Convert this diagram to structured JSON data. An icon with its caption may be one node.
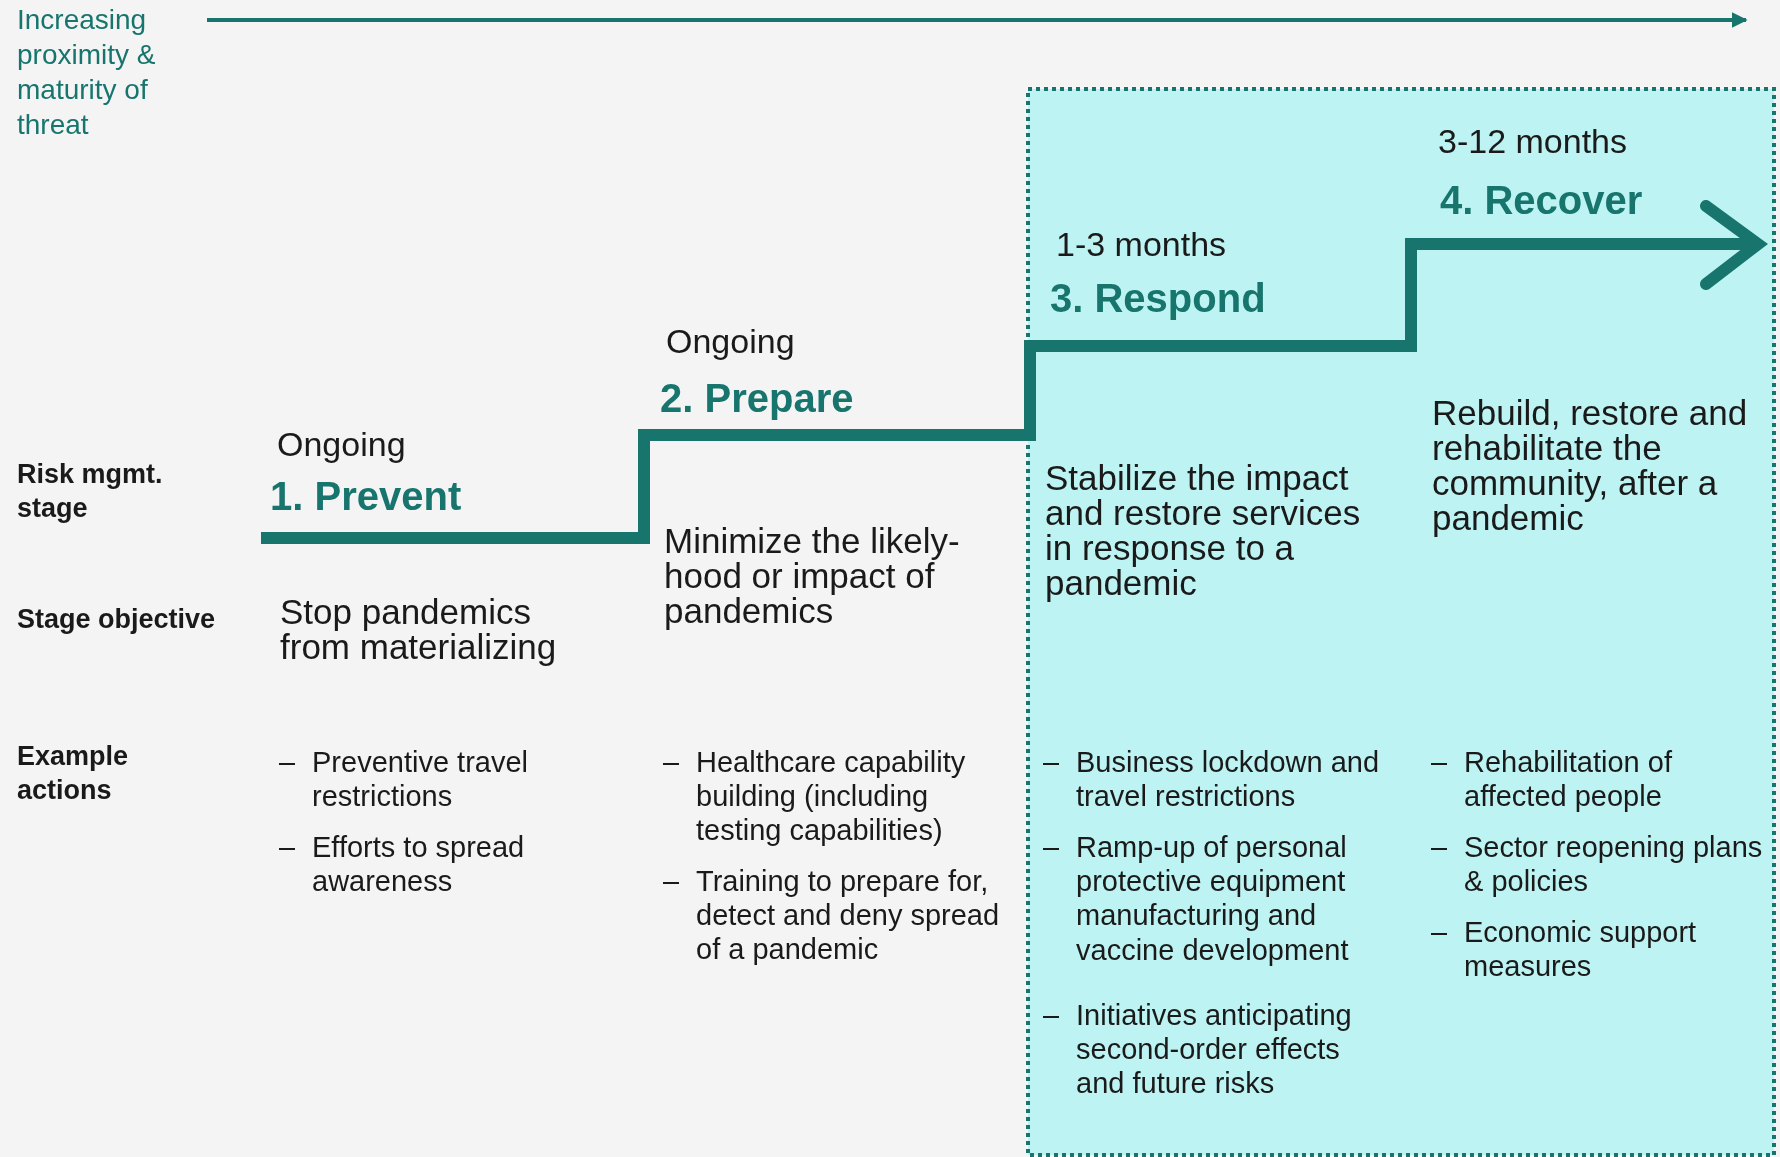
{
  "diagram": {
    "nodes": [
      {
        "text": [],
        "shape": "box"
      }
    ],
    "edges": [],
    "labels": [
      "Increasing proximity & maturity of threat",
      "Risk mgmt. stage",
      "Stage objective",
      "Example actions",
      "Ongoing",
      "1. Prevent",
      "Stop pandemics from materializing",
      "Preventive travel restrictions",
      "Efforts to spread awareness",
      "Ongoing",
      "2. Prepare",
      "Minimize the likely-hood or impact of pandemics",
      "Healthcare capability building (including testing capabilities)",
      "Training to prepare for, detect and deny spread of a pandemic",
      "1-3 months",
      "3. Respond",
      "Stabilize the impact and restore services in response to a pandemic",
      "Business lockdown and travel restrictions",
      "Ramp-up of personal protective equipment manufacturing and vaccine development",
      "Initiatives anticipating second-order effects and future risks",
      "3-12 months",
      "4. Recover",
      "Rebuild, restore and rehabilitate the community, after a pandemic",
      "Rehabilitation of affected people",
      "Sector reopening plans & policies",
      "Economic support measures"
    ]
  }
}
